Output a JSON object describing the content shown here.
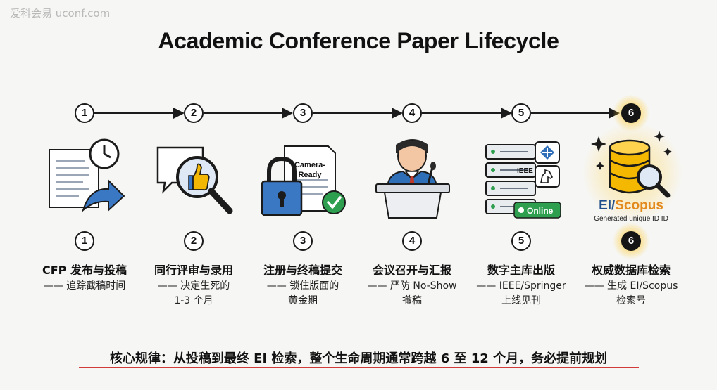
{
  "watermark": "爱科会易 uconf.com",
  "title": "Academic Conference Paper Lifecycle",
  "steps": [
    {
      "num": "1",
      "title": "CFP 发布与投稿",
      "sub1": "—— 追踪截稿时间",
      "sub2": ""
    },
    {
      "num": "2",
      "title": "同行评审与录用",
      "sub1": "—— 决定生死的",
      "sub2": "1-3 个月"
    },
    {
      "num": "3",
      "title": "注册与终稿提交",
      "sub1": "—— 锁住版面的",
      "sub2": "黄金期"
    },
    {
      "num": "4",
      "title": "会议召开与汇报",
      "sub1": "—— 严防 No-Show",
      "sub2": "撤稿"
    },
    {
      "num": "5",
      "title": "数字主库出版",
      "sub1": "—— IEEE/Springer",
      "sub2": "上线见刊"
    },
    {
      "num": "6",
      "title": "权威数据库检索",
      "sub1": "—— 生成 EI/Scopus",
      "sub2": "检索号"
    }
  ],
  "icons": {
    "step1": "document-clock-arrow-icon",
    "step2": "magnifier-thumbs-up-icon",
    "step3": "lock-camera-ready-check-icon",
    "step4": "speaker-podium-icon",
    "step5": "server-rack-online-icon",
    "step6": "database-search-sparkle-icon"
  },
  "camera_ready_line1": "Camera-",
  "camera_ready_line2": "Ready",
  "ieee_label": "IEEE",
  "online_label": "Online",
  "ei_logo_part1": "EI/",
  "ei_logo_part2": "Scopus",
  "ei_logo_sub": "Generated unique ID ID",
  "summary": "核心规律：从投稿到最终 EI 检索，整个生命周期通常跨越 6 至 12 个月，务必提前规划",
  "colors": {
    "accent_red": "#d33a3a",
    "highlight_gold": "#f5b800",
    "online_green": "#2e9e4f",
    "icon_blue": "#3a78c4"
  }
}
